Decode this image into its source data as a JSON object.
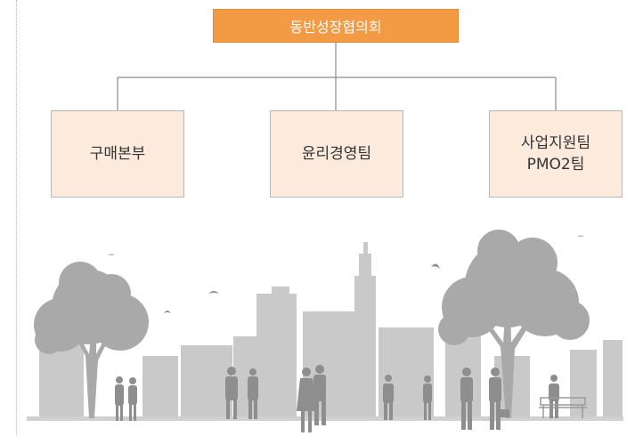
{
  "org_chart": {
    "root": {
      "label": "동반성장협의회"
    },
    "children": [
      {
        "lines": [
          "구매본부"
        ]
      },
      {
        "lines": [
          "윤리경영팀"
        ]
      },
      {
        "lines": [
          "사업지원팀",
          "PMO2팀"
        ]
      }
    ]
  },
  "colors": {
    "root_fill": "#f39a45",
    "child_fill": "#fcebdd",
    "connector": "#8c8c8c",
    "illustration": "#bdbdbd"
  }
}
